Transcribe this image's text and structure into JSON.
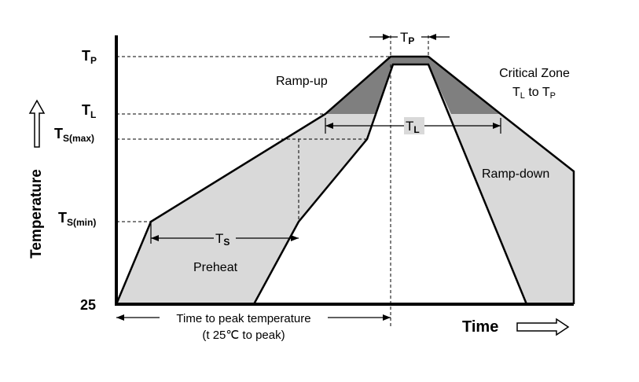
{
  "y_axis": {
    "title": "Temperature",
    "ticks": {
      "tp": {
        "main": "T",
        "sub": "P"
      },
      "tl": {
        "main": "T",
        "sub": "L"
      },
      "ts_max": {
        "main": "T",
        "sub": "S(max)"
      },
      "ts_min": {
        "main": "T",
        "sub": "S(min)"
      },
      "base": "25"
    }
  },
  "x_axis": {
    "title": "Time"
  },
  "regions": {
    "ramp_up": "Ramp-up",
    "ramp_down": "Ramp-down",
    "preheat": "Preheat",
    "critical_zone": "Critical Zone",
    "critical_range": {
      "t1": "T",
      "s1": "L",
      "mid": " to ",
      "t2": "T",
      "s2": "P"
    }
  },
  "dimensions": {
    "tp": {
      "main": "T",
      "sub": "P"
    },
    "tl": {
      "main": "T",
      "sub": "L"
    },
    "ts": {
      "main": "T",
      "sub": "S"
    },
    "time_to_peak": "Time to peak temperature",
    "time_to_peak_sub": "(t 25℃ to peak)"
  },
  "colors": {
    "band_fill": "#d9d9d9",
    "critical_fill": "#7f7f7f",
    "line": "#000000"
  }
}
